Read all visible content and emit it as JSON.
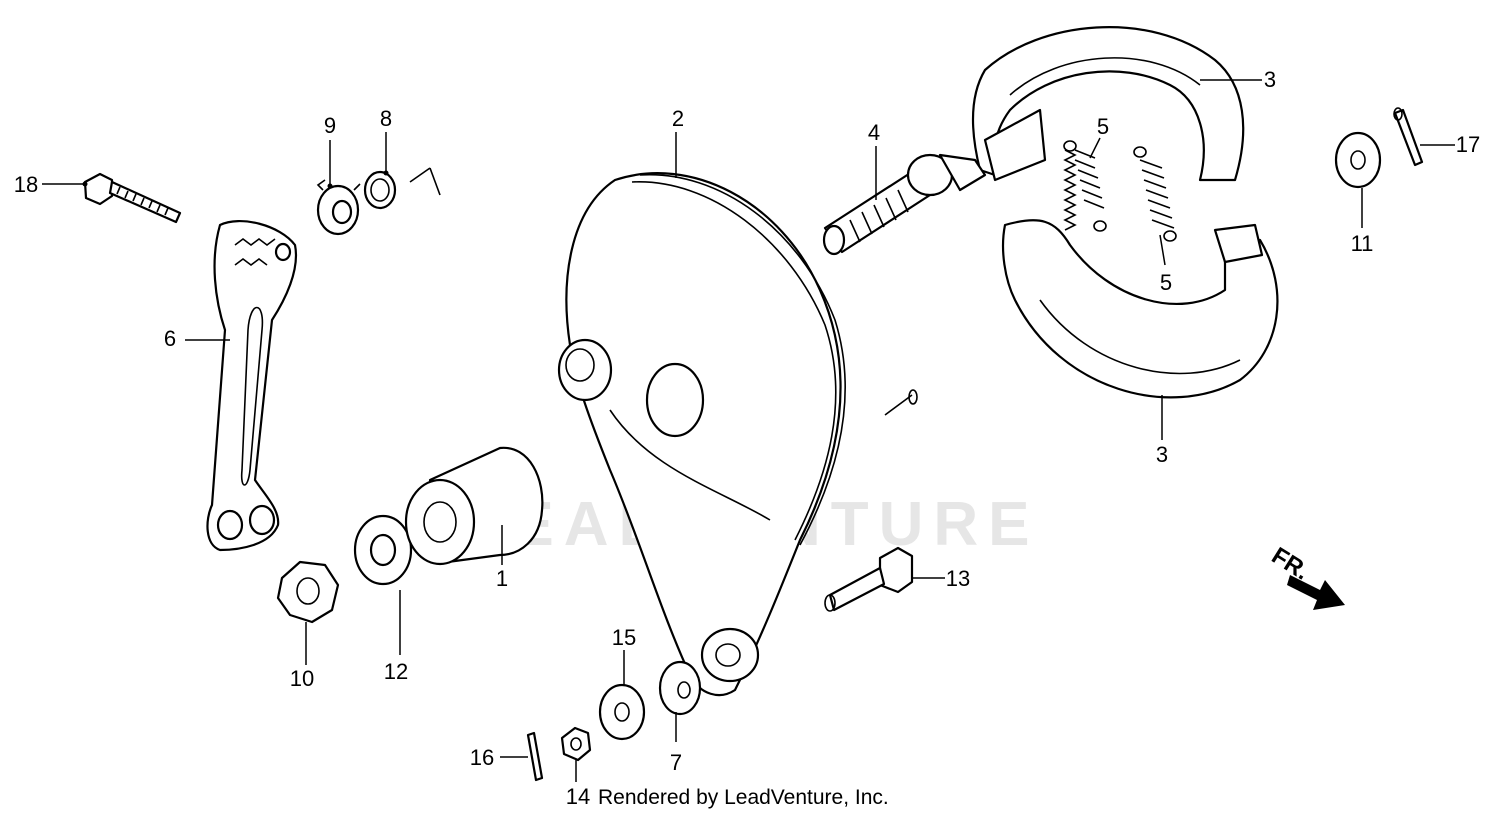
{
  "diagram": {
    "watermark": "LEADVENTURE",
    "credit": "Rendered by LeadVenture, Inc.",
    "direction_label": "FR.",
    "callouts": {
      "p1": "1",
      "p2": "2",
      "p3a": "3",
      "p3b": "3",
      "p4": "4",
      "p5a": "5",
      "p5b": "5",
      "p6": "6",
      "p7": "7",
      "p8": "8",
      "p9": "9",
      "p10": "10",
      "p11": "11",
      "p12": "12",
      "p13": "13",
      "p14": "14",
      "p15": "15",
      "p16": "16",
      "p17": "17",
      "p18": "18"
    }
  }
}
